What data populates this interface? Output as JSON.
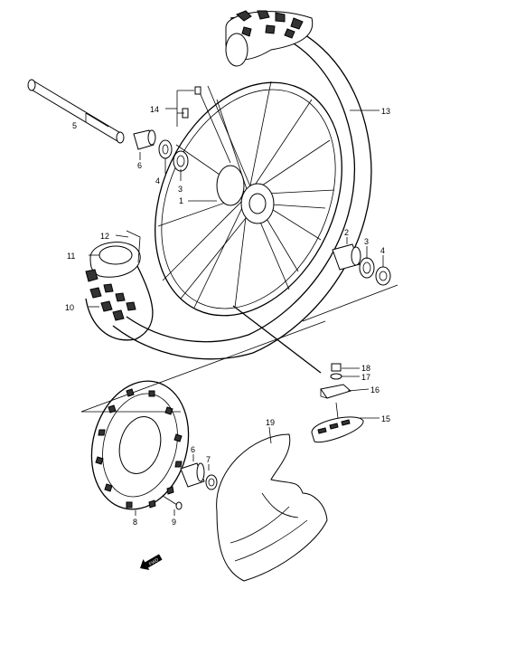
{
  "callouts": {
    "c1": "1",
    "c2": "2",
    "c3a": "3",
    "c3b": "3",
    "c4a": "4",
    "c4b": "4",
    "c5": "5",
    "c6a": "6",
    "c6b": "6",
    "c7": "7",
    "c8": "8",
    "c9": "9",
    "c10": "10",
    "c11": "11",
    "c12": "12",
    "c13": "13",
    "c14": "14",
    "c15": "15",
    "c16": "16",
    "c17": "17",
    "c18": "18",
    "c19": "19"
  },
  "fwd_badge": "FWD"
}
